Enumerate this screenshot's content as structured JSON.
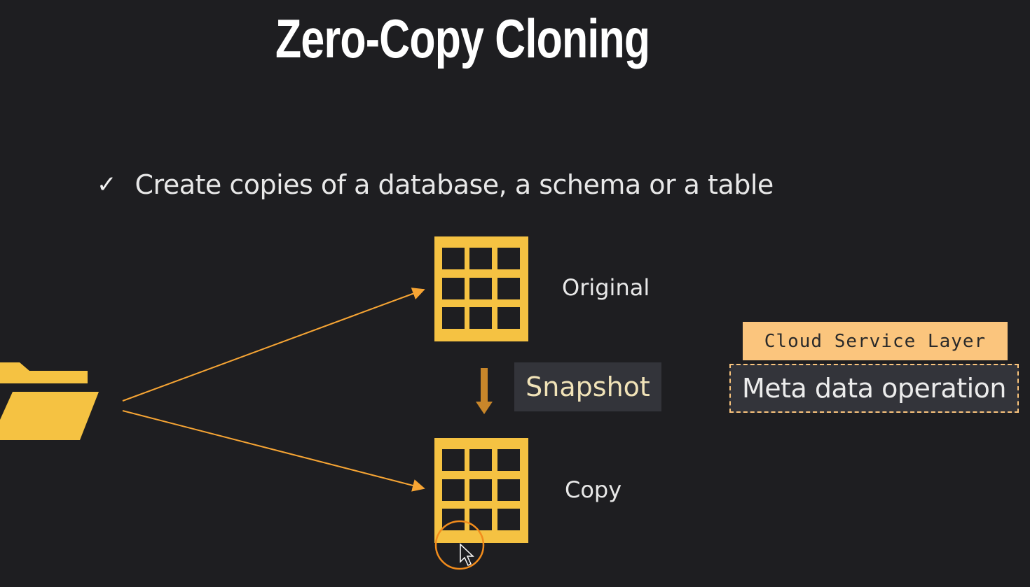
{
  "slide": {
    "title": "Zero-Copy Cloning",
    "bullet": {
      "icon": "checkmark-icon",
      "text": "Create copies of a database, a schema or a table"
    }
  },
  "diagram": {
    "source_icon": "folder-icon",
    "original_label": "Original",
    "copy_label": "Copy",
    "snapshot_label": "Snapshot",
    "cloud_service_layer": "Cloud Service Layer",
    "metadata_operation": "Meta data operation"
  },
  "colors": {
    "background": "#1e1e21",
    "table_yellow": "#f5c242",
    "arrow_orange": "#f7a534",
    "snapshot_arrow": "#c8862a",
    "cloud_layer_bg": "#fbc57d",
    "box_bg": "#33343a",
    "cursor_ring": "#f28c1c"
  }
}
